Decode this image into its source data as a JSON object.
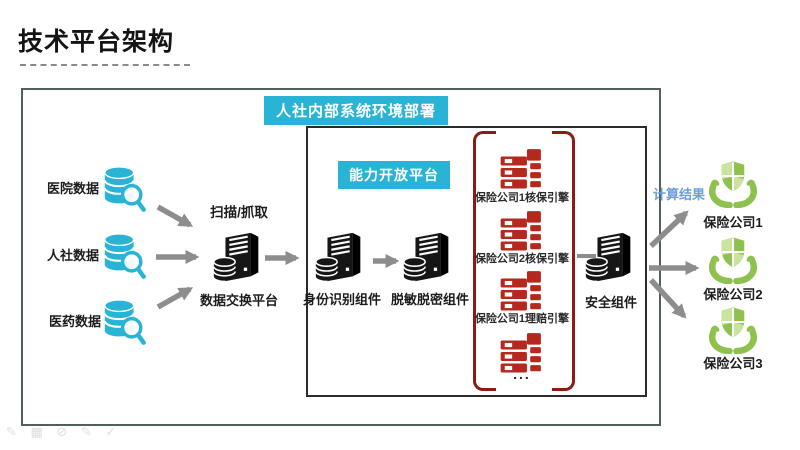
{
  "page": {
    "title": "技术平台架构"
  },
  "outer": {
    "header": "人社内部系统环境部署"
  },
  "sources": [
    {
      "label": "医院数据",
      "icon": "database-search-icon"
    },
    {
      "label": "人社数据",
      "icon": "database-search-icon"
    },
    {
      "label": "医药数据",
      "icon": "database-search-icon"
    }
  ],
  "exchange": {
    "scan_label": "扫描/抓取",
    "platform_label": "数据交换平台",
    "icon": "server-database-icon"
  },
  "inner": {
    "header": "能力开放平台"
  },
  "components": [
    {
      "label": "身份识别组件",
      "icon": "server-database-icon"
    },
    {
      "label": "脱敏脱密组件",
      "icon": "server-database-icon"
    }
  ],
  "engines": [
    {
      "label": "保险公司1核保引擎",
      "icon": "red-engine-stack-icon"
    },
    {
      "label": "保险公司2核保引擎",
      "icon": "red-engine-stack-icon"
    },
    {
      "label": "保险公司1理赔引擎",
      "icon": "red-engine-stack-icon"
    },
    {
      "label": "...",
      "icon": "red-engine-stack-icon"
    }
  ],
  "security": {
    "label": "安全组件",
    "icon": "server-database-icon"
  },
  "output": {
    "result_label": "计算结果"
  },
  "companies": [
    {
      "label": "保险公司1",
      "icon": "hands-shield-icon"
    },
    {
      "label": "保险公司2",
      "icon": "hands-shield-icon"
    },
    {
      "label": "保险公司3",
      "icon": "hands-shield-icon"
    }
  ],
  "watermark": "✎ ▦ ⊘ ✎ ✓",
  "colors": {
    "accent_cyan": "#29b4d6",
    "engine_red": "#b5281e",
    "bracket_red": "#8e1a14",
    "shield_green": "#8fc14f",
    "result_blue": "#6d9eda",
    "arrow_gray": "#8d8d8d",
    "server_black": "#161616"
  }
}
